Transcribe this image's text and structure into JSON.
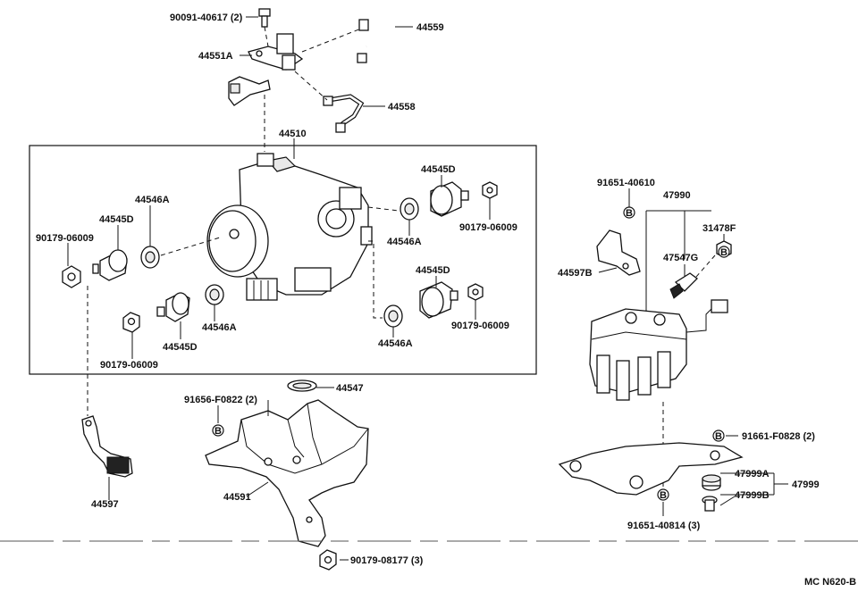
{
  "diagram_code": "MC N620-B",
  "callouts": [
    {
      "id": "c01",
      "text": "90091-40617 (2)"
    },
    {
      "id": "c02",
      "text": "44559"
    },
    {
      "id": "c03",
      "text": "44551A"
    },
    {
      "id": "c04",
      "text": "44558"
    },
    {
      "id": "c05",
      "text": "44510"
    },
    {
      "id": "c06",
      "text": "44545D"
    },
    {
      "id": "c07",
      "text": "44546A"
    },
    {
      "id": "c08",
      "text": "44545D"
    },
    {
      "id": "c09",
      "text": "90179-06009"
    },
    {
      "id": "c10",
      "text": "44546A"
    },
    {
      "id": "c11",
      "text": "90179-06009"
    },
    {
      "id": "c12",
      "text": "44545D"
    },
    {
      "id": "c13",
      "text": "44546A"
    },
    {
      "id": "c14",
      "text": "44545D"
    },
    {
      "id": "c15",
      "text": "90179-06009"
    },
    {
      "id": "c16",
      "text": "44546A"
    },
    {
      "id": "c17",
      "text": "90179-06009"
    },
    {
      "id": "c18",
      "text": "44547"
    },
    {
      "id": "c19",
      "text": "91656-F0822 (2)"
    },
    {
      "id": "c20",
      "text": "44591"
    },
    {
      "id": "c21",
      "text": "44597"
    },
    {
      "id": "c22",
      "text": "90179-08177 (3)"
    },
    {
      "id": "c23",
      "text": "91651-40610"
    },
    {
      "id": "c24",
      "text": "47990"
    },
    {
      "id": "c25",
      "text": "31478F"
    },
    {
      "id": "c26",
      "text": "47547G"
    },
    {
      "id": "c27",
      "text": "44597B"
    },
    {
      "id": "c28",
      "text": "91661-F0828 (2)"
    },
    {
      "id": "c29",
      "text": "47999A"
    },
    {
      "id": "c30",
      "text": "47999"
    },
    {
      "id": "c31",
      "text": "47999B"
    },
    {
      "id": "c32",
      "text": "91651-40814 (3)"
    }
  ],
  "markers": [
    "B",
    "B",
    "B",
    "B",
    "B"
  ]
}
